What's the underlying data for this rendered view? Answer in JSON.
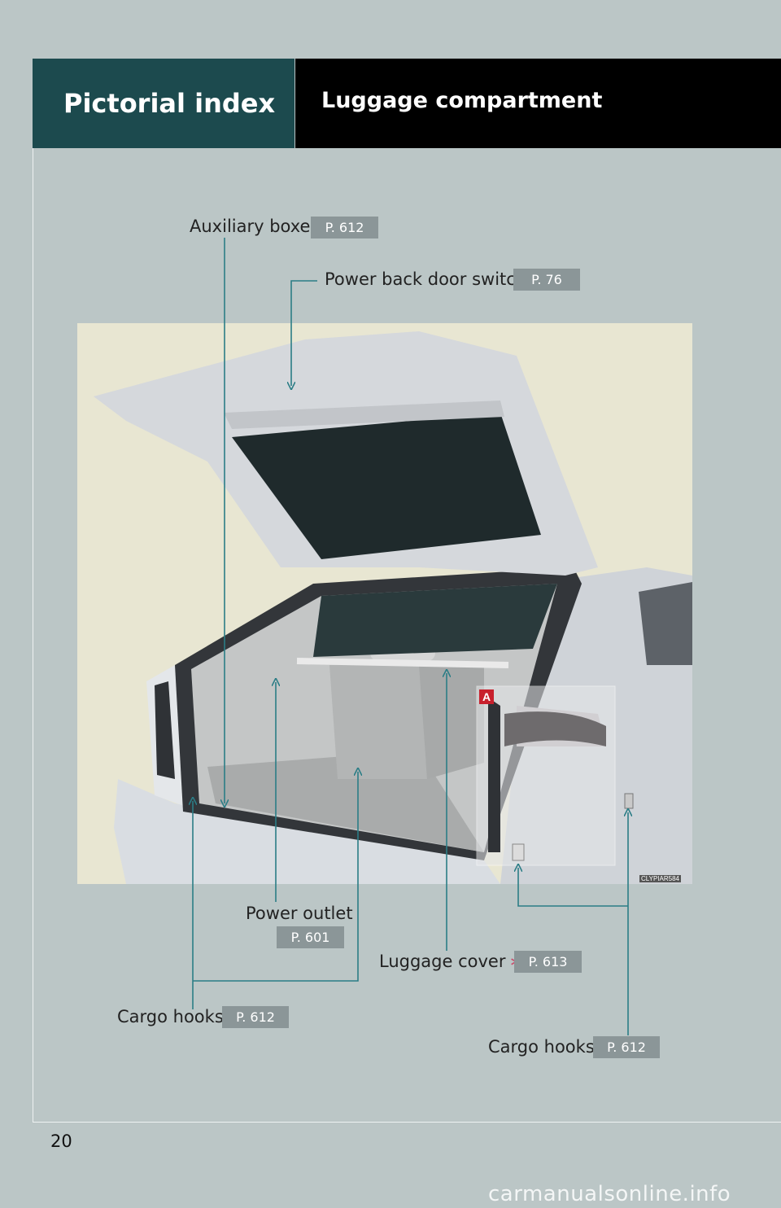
{
  "header": {
    "section": "Pictorial index",
    "title": "Luggage compartment"
  },
  "callouts": {
    "auxiliary_boxes": {
      "label": "Auxiliary boxes",
      "ref": "P. 612"
    },
    "power_back_door_switch": {
      "label": "Power back door switch",
      "ref": "P. 76"
    },
    "power_outlet": {
      "label": "Power outlet",
      "ref": "P. 601"
    },
    "luggage_cover": {
      "label": "Luggage cover",
      "asterisk": "∗",
      "ref": "P. 613"
    },
    "cargo_hooks_left": {
      "label": "Cargo hooks",
      "ref": "P. 612"
    },
    "cargo_hooks_right": {
      "label": "Cargo hooks",
      "ref": "P. 612"
    }
  },
  "photo": {
    "inset_badge": "A",
    "image_code": "CLYPIAR584"
  },
  "footer": {
    "page_number": "20",
    "watermark": "carmanualsonline.info"
  },
  "colors": {
    "page_bg": "#bbc6c6",
    "header_left_bg": "#1c4a4e",
    "header_right_bg": "#000000",
    "leader_line": "#2b7d86",
    "ref_badge": "#8b9698"
  }
}
